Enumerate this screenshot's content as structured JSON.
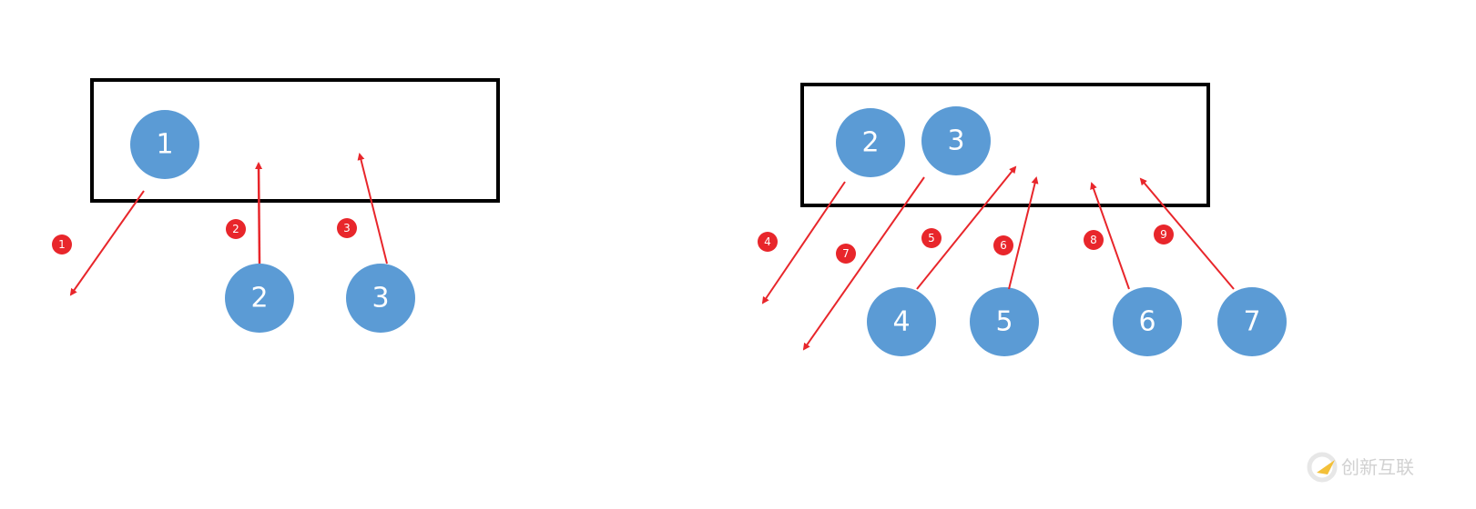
{
  "colors": {
    "node": "#5b9bd5",
    "arrow": "#e8262b",
    "badge": "#e8262b",
    "box": "#000000"
  },
  "left_diagram": {
    "box_nodes": [
      "1"
    ],
    "outside_nodes": [
      "2",
      "3"
    ],
    "steps": [
      "1",
      "2",
      "3"
    ]
  },
  "right_diagram": {
    "box_nodes": [
      "2",
      "3"
    ],
    "outside_nodes": [
      "4",
      "5",
      "6",
      "7"
    ],
    "steps": [
      "4",
      "7",
      "5",
      "6",
      "8",
      "9"
    ]
  },
  "watermark": {
    "text": "创新互联"
  }
}
